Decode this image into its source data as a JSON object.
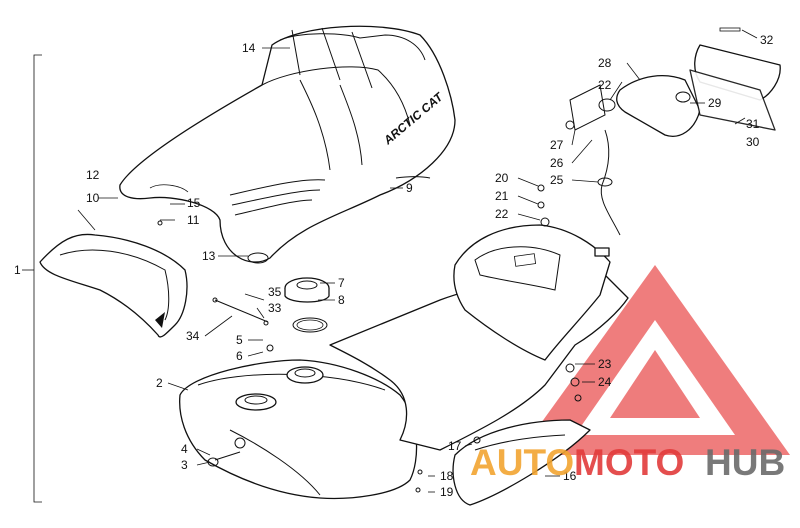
{
  "diagram": {
    "callouts": [
      "1",
      "2",
      "3",
      "4",
      "5",
      "6",
      "7",
      "8",
      "9",
      "10",
      "11",
      "12",
      "13",
      "14",
      "15",
      "16",
      "17",
      "18",
      "19",
      "20",
      "21",
      "22",
      "22",
      "23",
      "24",
      "25",
      "26",
      "27",
      "28",
      "29",
      "30",
      "31",
      "32",
      "33",
      "34",
      "35"
    ]
  },
  "seat_logo": "ARCTIC CAT",
  "watermark": {
    "part1": "AUTO",
    "part2": "MOTO",
    "part3": "HUB",
    "color_red": "#e23b3b",
    "color_orange": "#f2a531",
    "color_dark": "#6b6b6b"
  }
}
